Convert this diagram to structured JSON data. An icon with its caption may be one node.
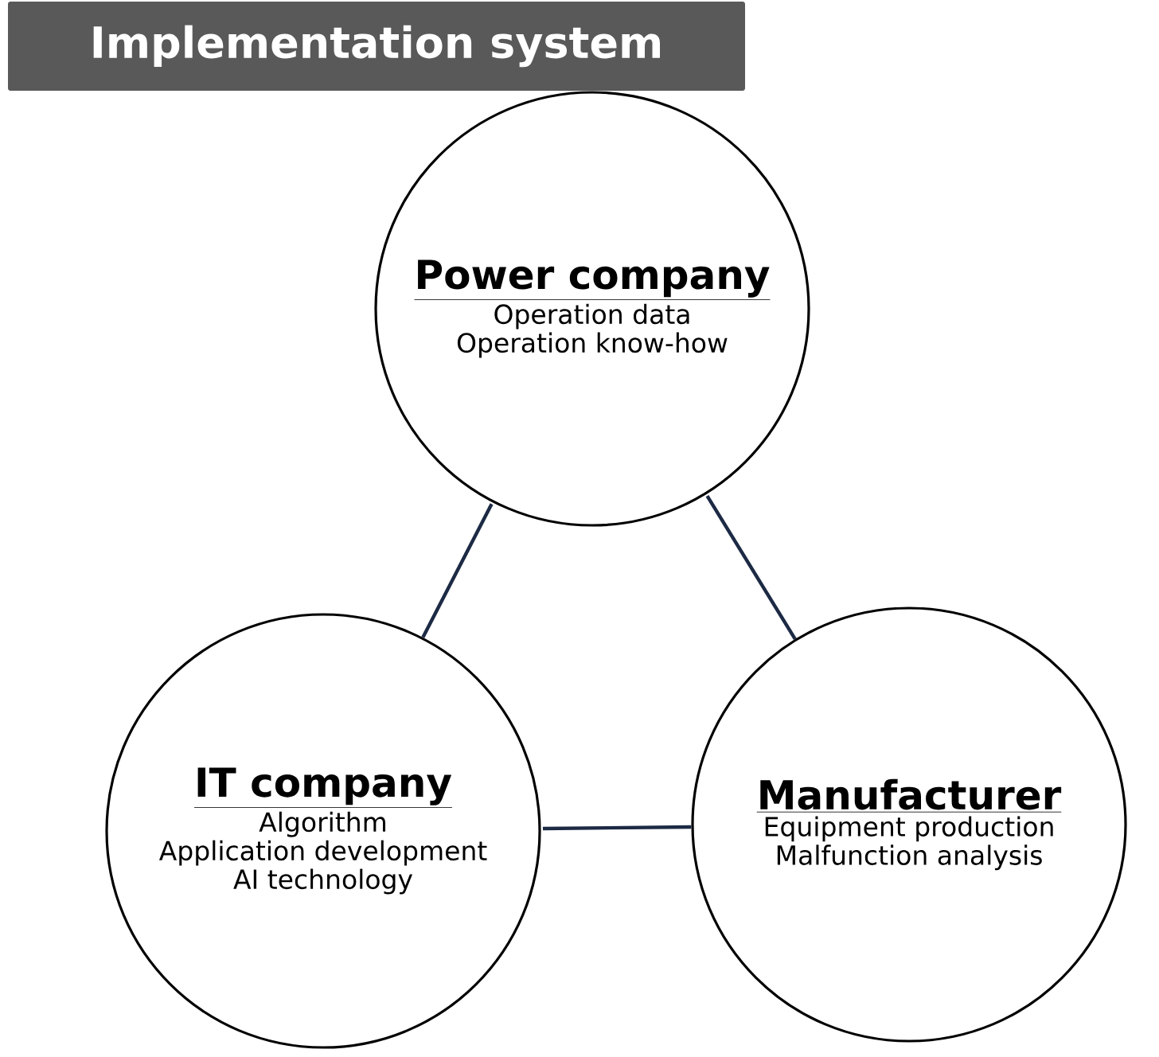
{
  "diagram": {
    "title": "Implementation system",
    "nodes": [
      {
        "text": [
          "Power company",
          "Operation data",
          "Operation know-how"
        ]
      },
      {
        "text": [
          "IT company",
          "Algorithm",
          "Application development",
          "AI technology"
        ]
      },
      {
        "text": [
          "Manufacturer",
          "Equipment production",
          "Malfunction analysis"
        ]
      }
    ],
    "edges": [
      {
        "from": 0,
        "to": 1,
        "arrow": "none"
      },
      {
        "from": 0,
        "to": 2,
        "arrow": "none"
      },
      {
        "from": 1,
        "to": 2,
        "arrow": "none"
      }
    ]
  }
}
